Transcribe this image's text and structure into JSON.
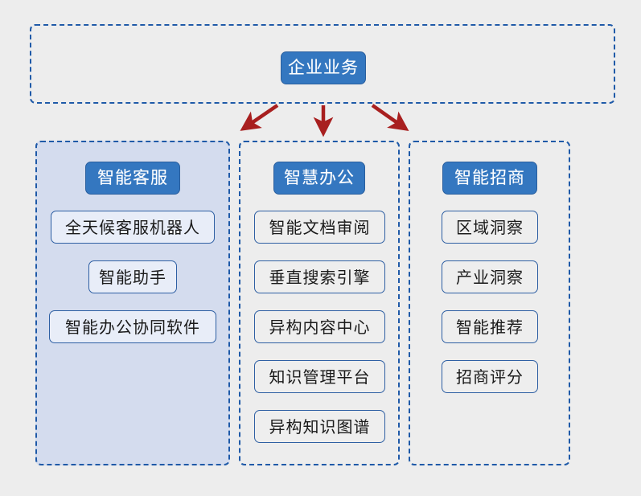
{
  "diagram": {
    "root": {
      "label": "企业业务"
    },
    "arrows": [
      {
        "name": "arrow-to-customer-service",
        "direction": "down-left"
      },
      {
        "name": "arrow-to-smart-office",
        "direction": "down"
      },
      {
        "name": "arrow-to-investment",
        "direction": "down-right"
      }
    ],
    "columns": [
      {
        "header": "智能客服",
        "highlighted": true,
        "items": [
          "全天候客服机器人",
          "智能助手",
          "智能办公协同软件"
        ]
      },
      {
        "header": "智慧办公",
        "highlighted": false,
        "items": [
          "智能文档审阅",
          "垂直搜索引擎",
          "异构内容中心",
          "知识管理平台",
          "异构知识图谱"
        ]
      },
      {
        "header": "智能招商",
        "highlighted": false,
        "items": [
          "区域洞察",
          "产业洞察",
          "智能推荐",
          "招商评分"
        ]
      }
    ]
  },
  "colors": {
    "background": "#ededed",
    "accent_blue": "#3477c0",
    "border_blue": "#1f5aa8",
    "item_border": "#2e5fa3",
    "group_tint": "#d4dcee",
    "arrow_red": "#a81f1f"
  }
}
